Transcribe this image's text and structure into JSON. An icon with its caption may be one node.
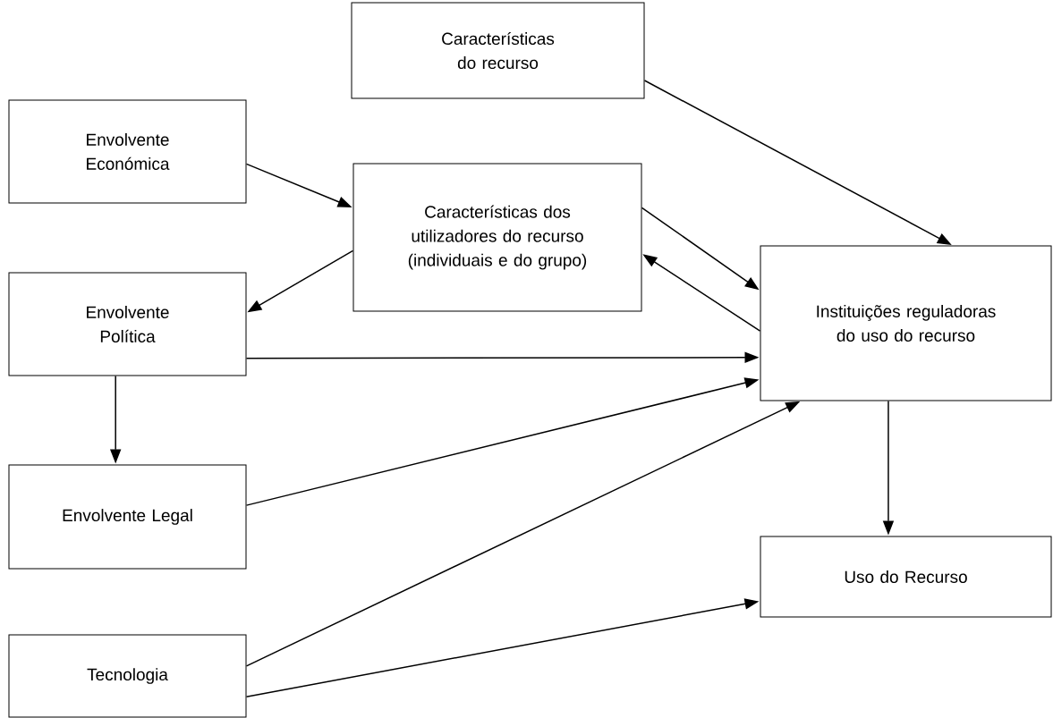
{
  "diagram": {
    "nodes": [
      {
        "text": [
          "Características do recurso"
        ]
      },
      {
        "text": [
          "Envolvente Económica"
        ]
      },
      {
        "text": [
          "Características dos utilizadores do recurso (individuais e do grupo)"
        ]
      },
      {
        "text": [
          "Envolvente Política"
        ]
      },
      {
        "text": [
          "Instituições reguladoras do uso do recurso"
        ]
      },
      {
        "text": [
          "Envolvente Legal"
        ]
      },
      {
        "text": [
          "Uso do Recurso"
        ]
      },
      {
        "text": [
          "Tecnologia"
        ]
      }
    ],
    "edges": [
      {
        "from": 0,
        "to": 4,
        "arrow": "to"
      },
      {
        "from": 1,
        "to": 2,
        "arrow": "to"
      },
      {
        "from": 2,
        "to": 3,
        "arrow": "to"
      },
      {
        "from": 2,
        "to": 4,
        "arrow": "to"
      },
      {
        "from": 4,
        "to": 2,
        "arrow": "to"
      },
      {
        "from": 3,
        "to": 4,
        "arrow": "to"
      },
      {
        "from": 3,
        "to": 5,
        "arrow": "to"
      },
      {
        "from": 5,
        "to": 4,
        "arrow": "to"
      },
      {
        "from": 4,
        "to": 6,
        "arrow": "to"
      },
      {
        "from": 7,
        "to": 4,
        "arrow": "to"
      },
      {
        "from": 7,
        "to": 6,
        "arrow": "to"
      }
    ]
  }
}
